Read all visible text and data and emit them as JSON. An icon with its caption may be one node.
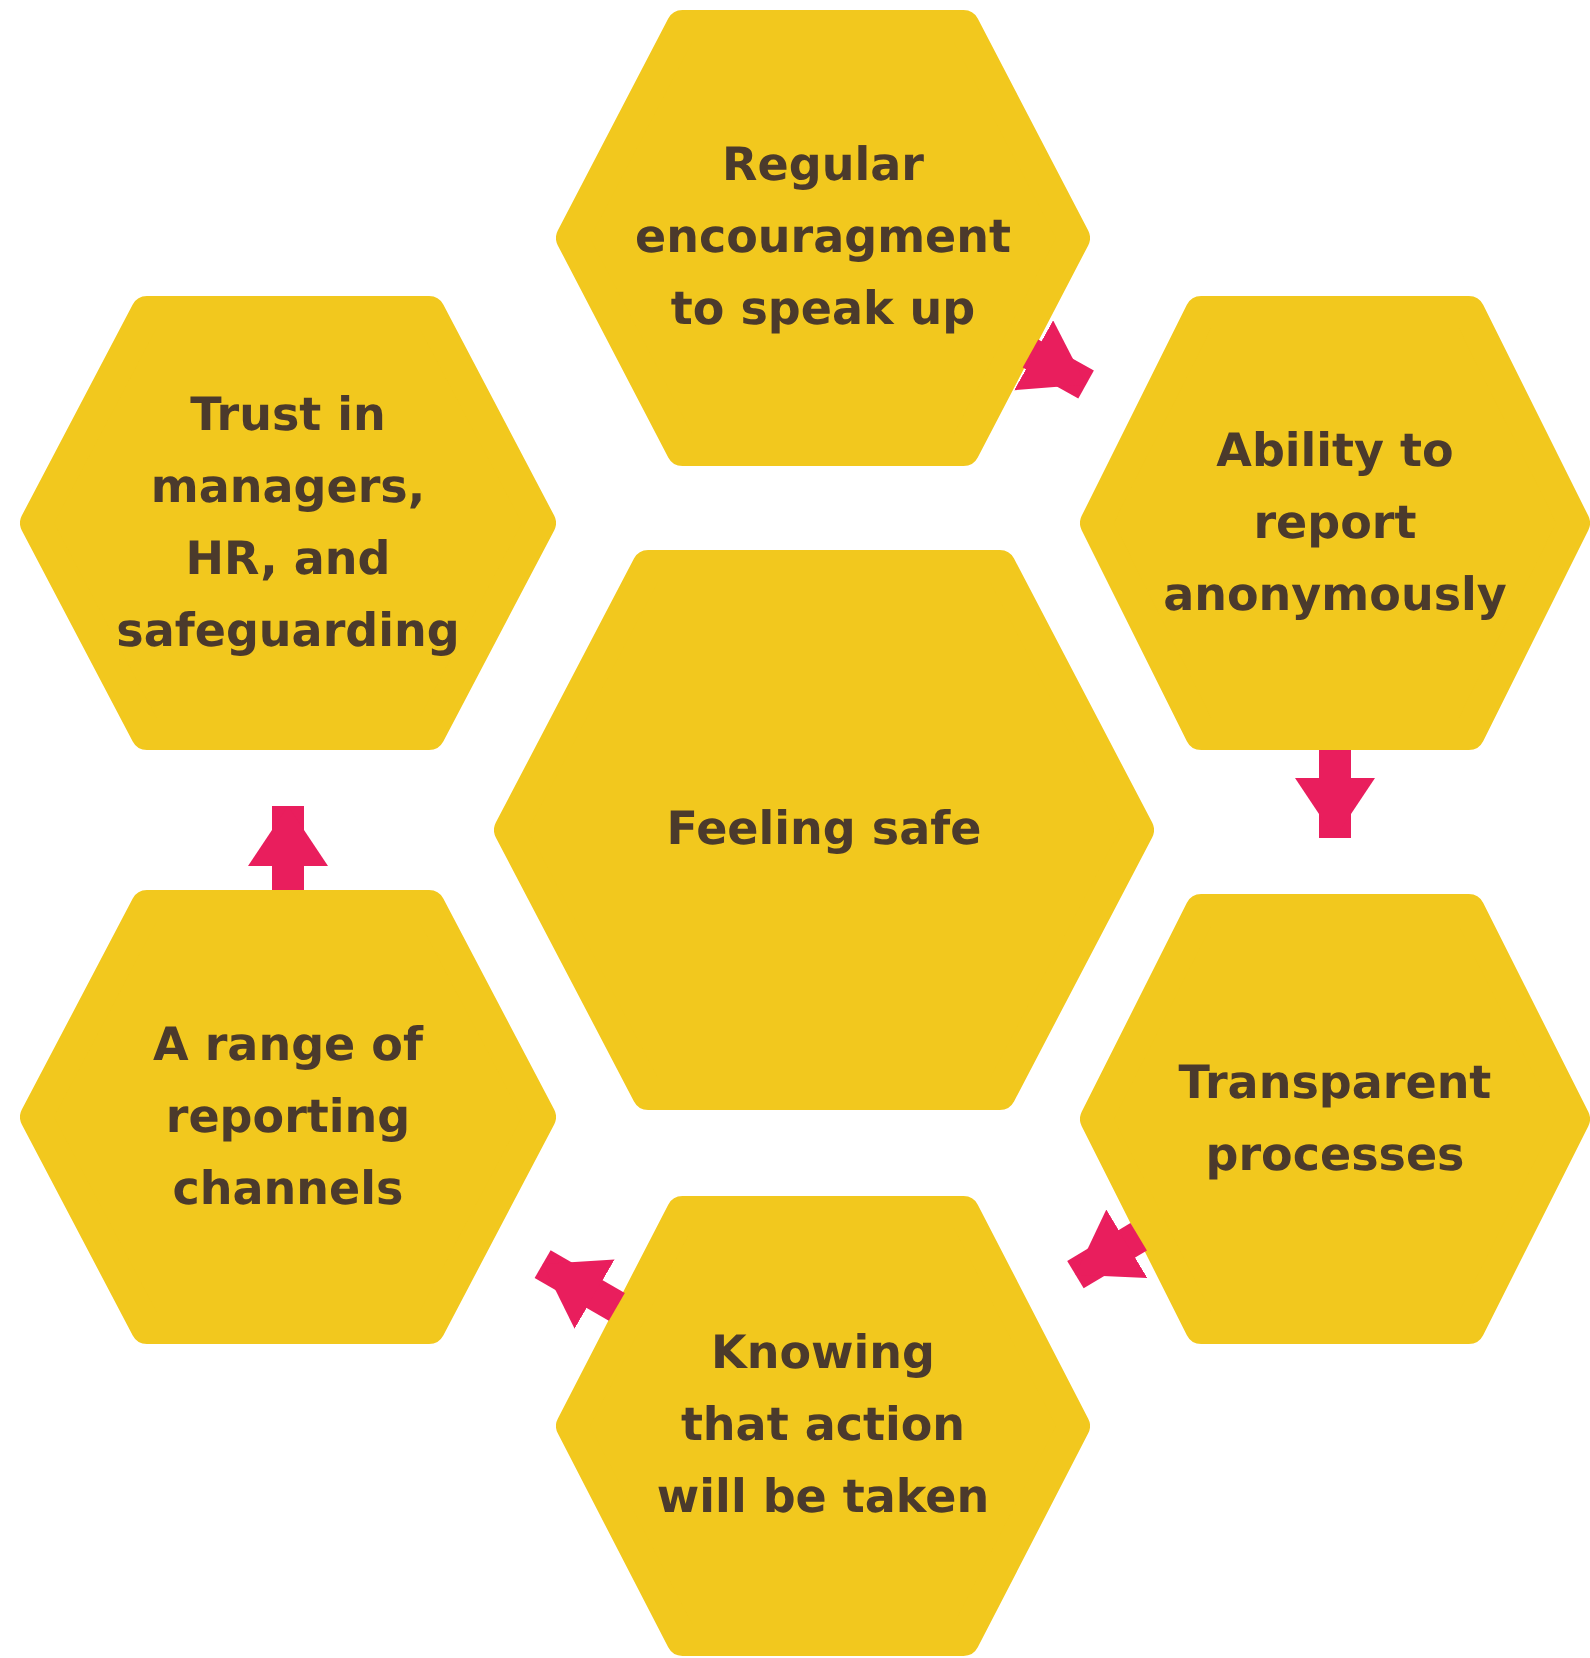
{
  "diagram": {
    "nodes": [
      {
        "text": [
          "Regular encouragment to speak up"
        ]
      },
      {
        "text": [
          "Ability to report anonymously"
        ]
      },
      {
        "text": [
          "Transparent processes"
        ]
      },
      {
        "text": [
          "Knowing that action will be taken"
        ]
      },
      {
        "text": [
          "A range of reporting channels"
        ]
      },
      {
        "text": [
          "Trust in managers, HR, and safeguarding"
        ]
      },
      {
        "text": [
          "Feeling safe"
        ]
      }
    ],
    "edges": [
      {
        "from": 0,
        "to": 1,
        "arrow": "to"
      },
      {
        "from": 1,
        "to": 2,
        "arrow": "to"
      },
      {
        "from": 2,
        "to": 3,
        "arrow": "to"
      },
      {
        "from": 3,
        "to": 4,
        "arrow": "to"
      },
      {
        "from": 4,
        "to": 5,
        "arrow": "to"
      }
    ]
  }
}
